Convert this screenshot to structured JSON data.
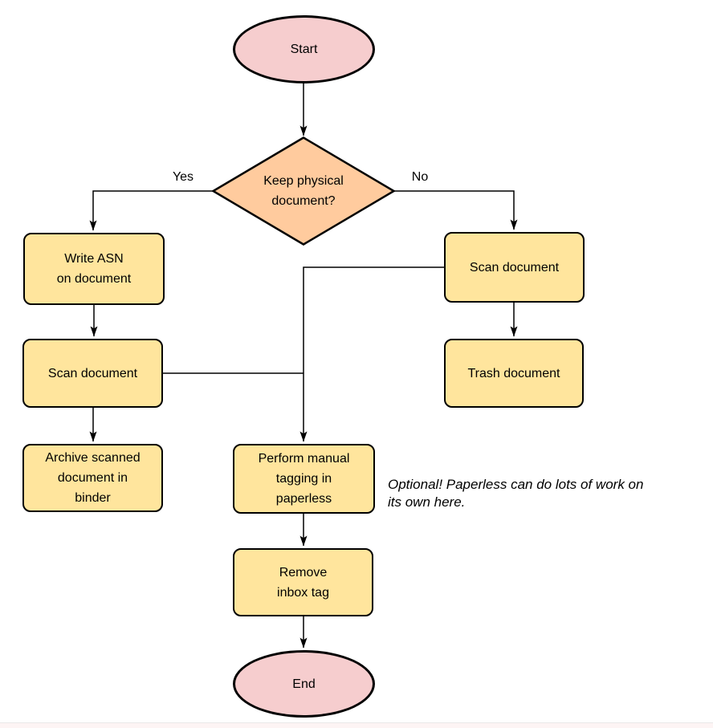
{
  "colors": {
    "background": "#ffffff",
    "stroke": "#000000",
    "terminal_fill": "#f6cdce",
    "decision_fill": "#ffcb9e",
    "process_fill": "#ffe59d"
  },
  "nodes": {
    "start": {
      "type": "terminal",
      "label": "Start"
    },
    "decision": {
      "type": "decision",
      "label": "Keep physical\ndocument?"
    },
    "write_asn": {
      "type": "process",
      "label": "Write ASN\non document"
    },
    "scan_left": {
      "type": "process",
      "label": "Scan document"
    },
    "archive": {
      "type": "process",
      "label": "Archive scanned\ndocument in\nbinder"
    },
    "scan_right": {
      "type": "process",
      "label": "Scan document"
    },
    "trash": {
      "type": "process",
      "label": "Trash document"
    },
    "tagging": {
      "type": "process",
      "label": "Perform manual\ntagging in\npaperless"
    },
    "remove_inbox": {
      "type": "process",
      "label": "Remove\ninbox tag"
    },
    "end": {
      "type": "terminal",
      "label": "End"
    }
  },
  "edge_labels": {
    "yes": "Yes",
    "no": "No"
  },
  "note": {
    "text": "Optional! Paperless can do lots of work on\nits own here."
  }
}
